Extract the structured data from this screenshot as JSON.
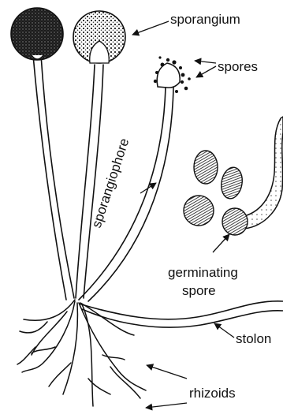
{
  "diagram": {
    "labels": {
      "sporangium": "sporangium",
      "spores": "spores",
      "sporangiophore": "sporangiophore",
      "germinating_line1": "germinating",
      "germinating_line2": "spore",
      "stolon": "stolon",
      "rhizoids": "rhizoids"
    },
    "colors": {
      "ink": "#111111",
      "background": "#ffffff"
    }
  }
}
